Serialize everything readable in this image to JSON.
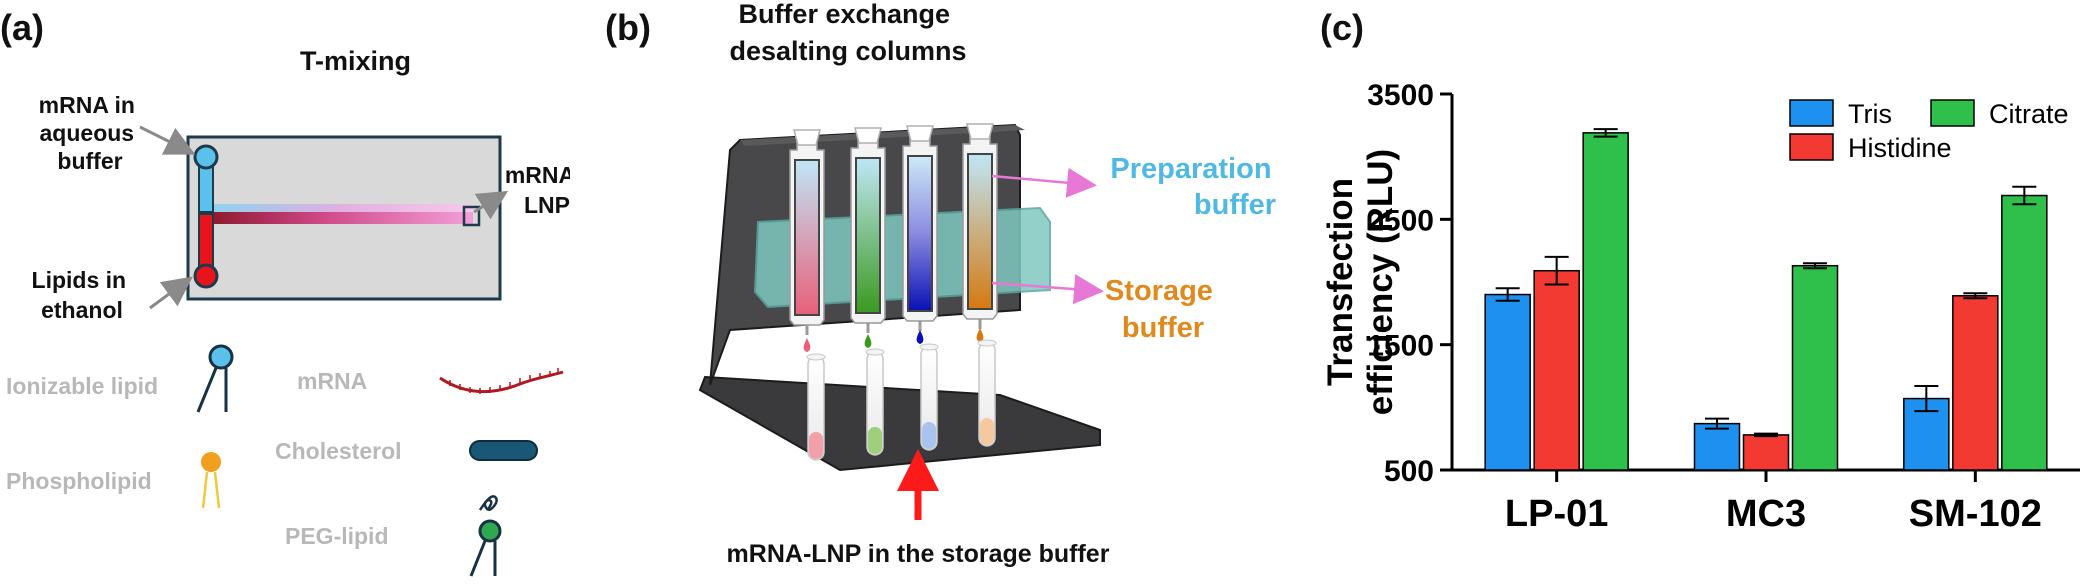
{
  "panel_a": {
    "label": "(a)",
    "title": "T-mixing",
    "inlet_top_label": [
      "mRNA in",
      "aqueous",
      "buffer"
    ],
    "inlet_bottom_label": [
      "Lipids in",
      "ethanol"
    ],
    "outlet_label": [
      "mRNA-",
      "LNP"
    ],
    "legend": {
      "ionizable_lipid": "Ionizable lipid",
      "phospholipid": "Phospholipid",
      "mrna": "mRNA",
      "cholesterol": "Cholesterol",
      "peg_lipid": "PEG-lipid"
    },
    "colors": {
      "aqueous": "#5bc0ea",
      "ethanol": "#e8141c",
      "mixed": "#e878c8",
      "chip": "#d9d9d9",
      "legend_text": "#b8b8b8"
    }
  },
  "panel_b": {
    "label": "(b)",
    "title": [
      "Buffer exchange",
      "desalting columns"
    ],
    "prep_label": [
      "Preparation",
      "buffer"
    ],
    "storage_label": [
      "Storage",
      "buffer"
    ],
    "bottom_caption": "mRNA-LNP in the storage buffer",
    "colors": {
      "prep": "#4fb9e3",
      "storage": "#e08a1e",
      "arrow": "#ff1a1a",
      "pointer": "#e878d6"
    }
  },
  "panel_c": {
    "label": "(c)"
  },
  "chart_data": {
    "type": "bar",
    "categories": [
      "LP-01",
      "MC3",
      "SM-102"
    ],
    "ylabel": "Transfection efficiency (RLU)",
    "ylim": [
      500,
      3500
    ],
    "yticks": [
      500,
      1500,
      2500,
      3500
    ],
    "legend_placement": "top-right",
    "series": [
      {
        "name": "Tris",
        "color": "#1e90f0",
        "values": [
          1900,
          870,
          1070
        ],
        "errors": [
          50,
          40,
          100
        ]
      },
      {
        "name": "Histidine",
        "color": "#f23a32",
        "values": [
          2090,
          780,
          1890
        ],
        "errors": [
          110,
          10,
          20
        ]
      },
      {
        "name": "Citrate",
        "color": "#2fbf4b",
        "values": [
          3190,
          2130,
          2690
        ],
        "errors": [
          30,
          20,
          70
        ]
      }
    ]
  }
}
